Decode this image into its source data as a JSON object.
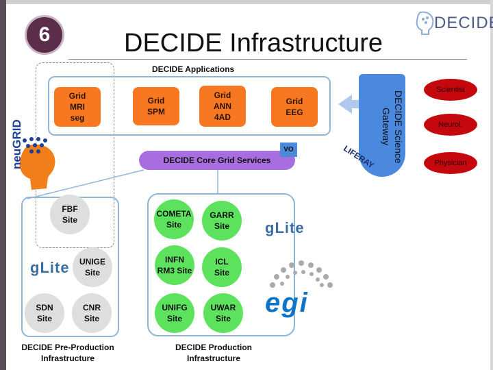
{
  "slide": {
    "number": "6",
    "title": "DECIDE Infrastructure"
  },
  "logo": {
    "text": "DECIDE"
  },
  "applications": {
    "label": "DECIDE Applications",
    "tiles": [
      "Grid\nMRI\nseg",
      "Grid\nSPM",
      "Grid\nANN\n4AD",
      "Grid\nEEG"
    ]
  },
  "gateway": {
    "label": "DECIDE Science\nGateway",
    "liferay": "LIFERAY"
  },
  "roles": [
    "Scientist",
    "Neurol.",
    "Physician"
  ],
  "neugrid": {
    "text": "neuGRID"
  },
  "core": {
    "label": "DECIDE Core Grid Services",
    "vo": "VO"
  },
  "preproduction": {
    "sites": [
      "FBF\nSite",
      "UNIGE\nSite",
      "SDN\nSite",
      "CNR\nSite"
    ],
    "label": "DECIDE Pre-Production\nInfrastructure"
  },
  "production": {
    "sites": [
      "COMETA\nSite",
      "GARR\nSite",
      "INFN\nRM3 Site",
      "ICL\nSite",
      "UNIFG\nSite",
      "UWAR\nSite"
    ],
    "label": "DECIDE Production\nInfrastructure"
  },
  "glite": {
    "text": "gLite"
  },
  "egi": {
    "text": "egi"
  },
  "colors": {
    "app_tile": "#f77820",
    "gateway": "#4a89de",
    "role": "#c5080e",
    "core": "#a86ee0",
    "site_gray": "#dedede",
    "site_green": "#5ce25c",
    "box_border": "#90b4d8"
  }
}
